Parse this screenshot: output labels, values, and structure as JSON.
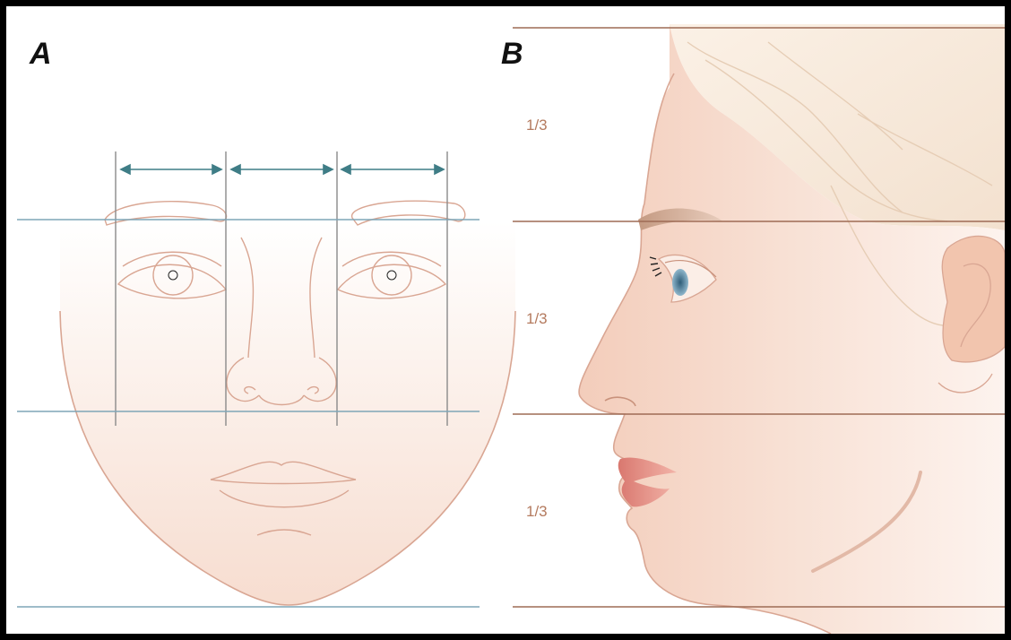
{
  "panels": {
    "a_label": "A",
    "b_label": "B"
  },
  "proportions": {
    "upper": "1/3",
    "middle": "1/3",
    "lower": "1/3"
  },
  "colors": {
    "guide_blue": "#7fa5b7",
    "arrow_teal": "#3f7d86",
    "guide_brown": "#9e6b55",
    "outline": "#d9a693",
    "skin_light": "#fbeee7",
    "skin_mid": "#f6d9cb",
    "lip": "#e79a92",
    "label_brown": "#b47a5e"
  }
}
